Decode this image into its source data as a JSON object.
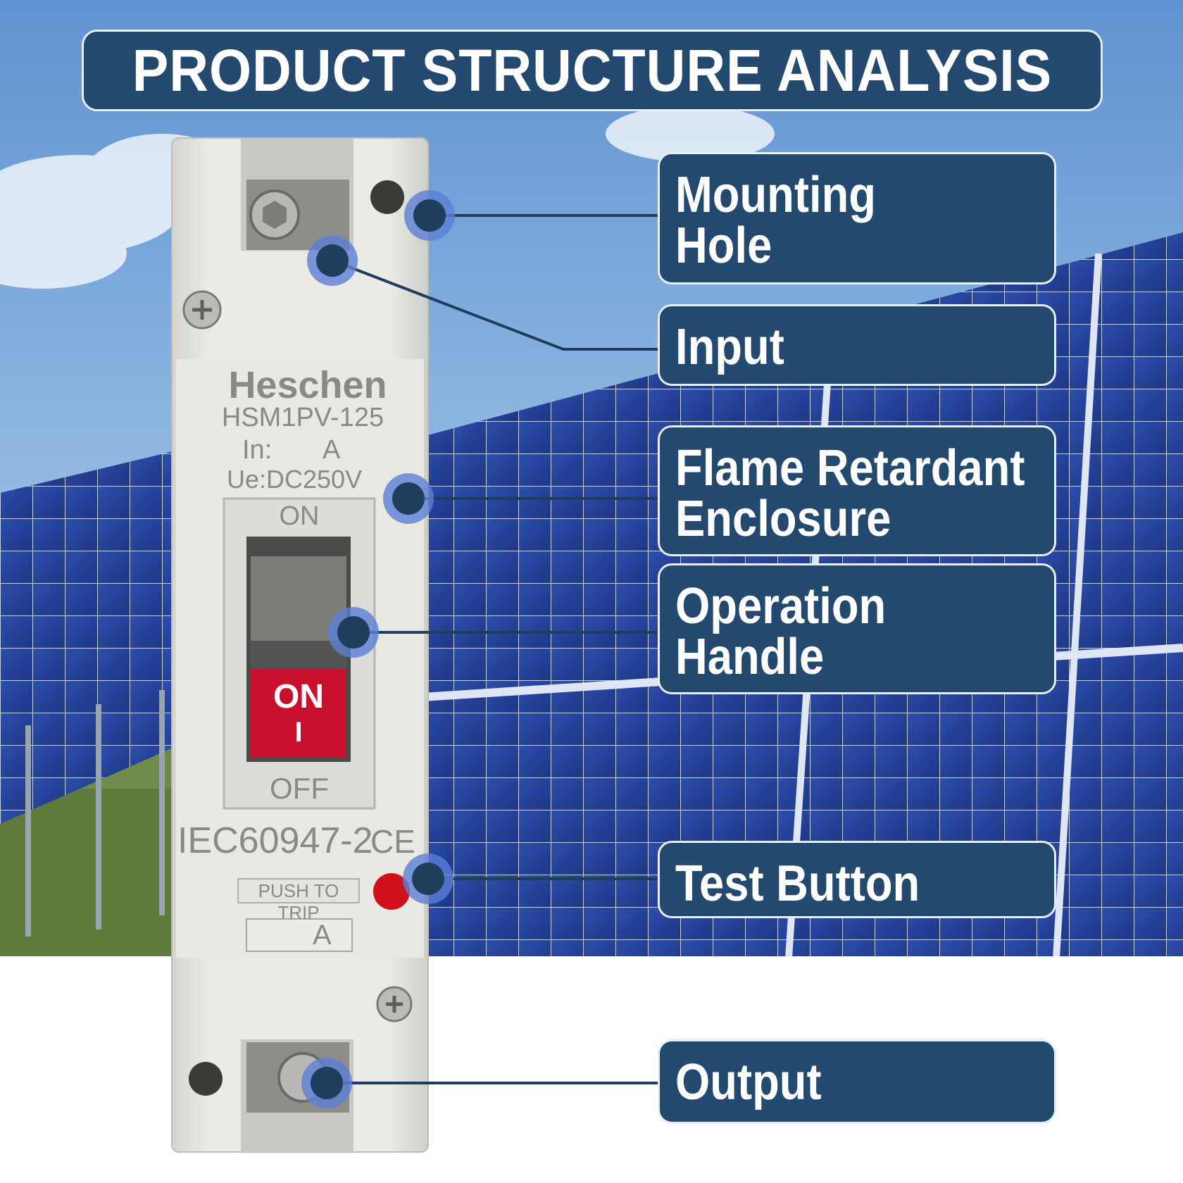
{
  "title": "PRODUCT STRUCTURE ANALYSIS",
  "labels": {
    "mounting_hole": [
      "Mounting",
      "Hole"
    ],
    "input": [
      "Input"
    ],
    "enclosure": [
      "Flame Retardant",
      "Enclosure"
    ],
    "handle": [
      "Operation",
      "Handle"
    ],
    "test_button": [
      "Test Button"
    ],
    "output": [
      "Output"
    ]
  },
  "breaker": {
    "brand": "Heschen",
    "model": "HSM1PV-125",
    "current_label": "In:",
    "current_unit": "A",
    "voltage": "Ue:DC250V",
    "on_label": "ON",
    "off_label": "OFF",
    "handle_on": "ON",
    "handle_symbol": "I",
    "standard": "IEC60947-2",
    "ce_mark": "CE",
    "push_to_trip": "PUSH TO TRIP",
    "bottom_marking": "A"
  },
  "colors": {
    "label_bg": "#23496e",
    "marker": "#1f3d5c",
    "marker_ring": "#5b7fd6",
    "handle_red": "#c8102e",
    "breaker_body": "#e6e5df",
    "sky": "#6f9ed3",
    "panel": "#2b4aa8"
  }
}
